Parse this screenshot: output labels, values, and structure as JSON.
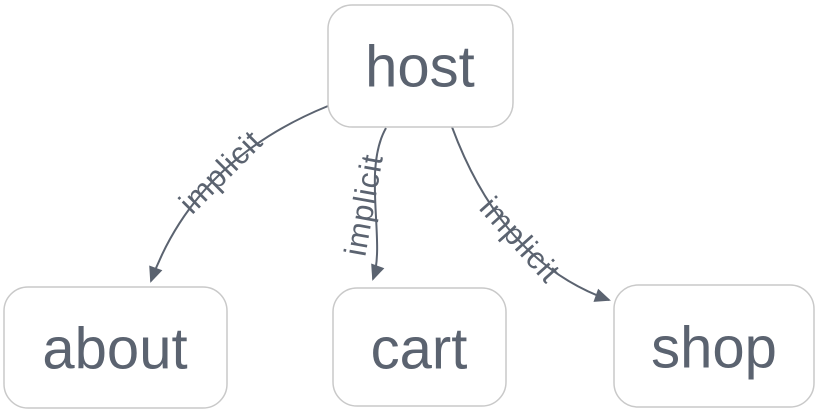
{
  "diagram": {
    "type": "flowchart",
    "direction": "top-down",
    "nodes": [
      {
        "id": "host",
        "label": "host"
      },
      {
        "id": "about",
        "label": "about"
      },
      {
        "id": "cart",
        "label": "cart"
      },
      {
        "id": "shop",
        "label": "shop"
      }
    ],
    "edges": [
      {
        "from": "host",
        "to": "about",
        "label": "implicit"
      },
      {
        "from": "host",
        "to": "cart",
        "label": "implicit"
      },
      {
        "from": "host",
        "to": "shop",
        "label": "implicit"
      }
    ],
    "colors": {
      "background": "#ffffff",
      "node_fill": "#ffffff",
      "node_border": "#c9c9c9",
      "text": "#5b6370",
      "edge": "#5b6370"
    }
  }
}
